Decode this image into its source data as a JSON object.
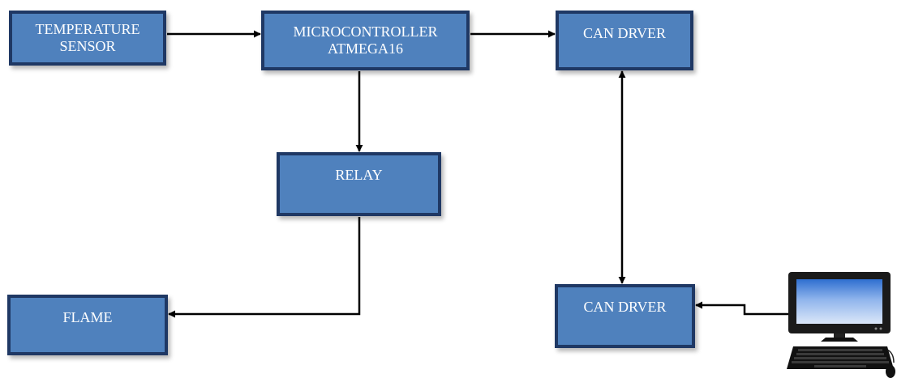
{
  "blocks": {
    "temperature_sensor": {
      "line1": "TEMPERATURE",
      "line2": "SENSOR"
    },
    "microcontroller": {
      "line1": "MICROCONTROLLER",
      "line2": "ATMEGA16"
    },
    "can_driver_top": {
      "label": "CAN DRVER"
    },
    "relay": {
      "label": "RELAY"
    },
    "flame": {
      "label": "FLAME"
    },
    "can_driver_bottom": {
      "label": "CAN DRVER"
    }
  },
  "icons": {
    "computer": "desktop-computer-icon"
  },
  "colors": {
    "block_fill": "#4f81bd",
    "block_border": "#1f3864",
    "block_text": "#ffffff",
    "connector": "#000000"
  }
}
